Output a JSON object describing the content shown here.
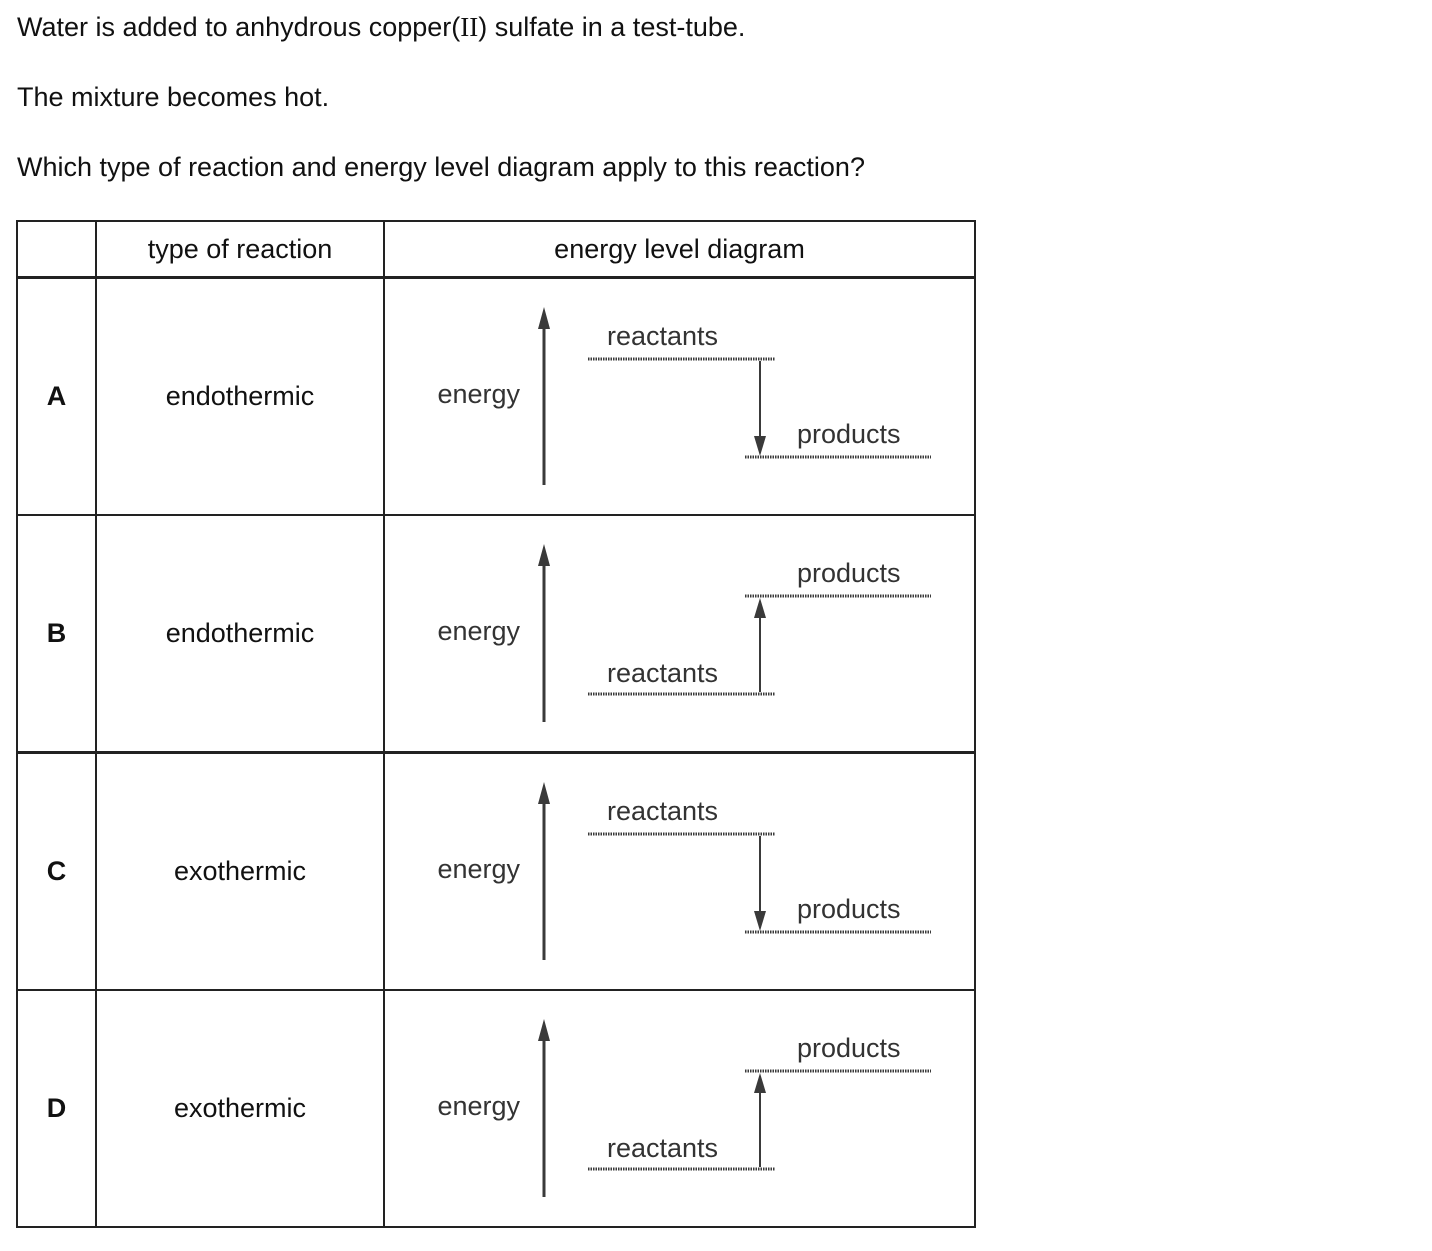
{
  "question": {
    "line1_before": "Water is added to anhydrous copper(",
    "line1_roman": "II",
    "line1_after": ") sulfate in a test-tube.",
    "line2": "The mixture becomes hot.",
    "line3": "Which type of reaction and energy level diagram apply to this reaction?"
  },
  "table": {
    "headers": {
      "letter": "",
      "type": "type of reaction",
      "diagram": "energy level diagram"
    },
    "rows": [
      {
        "letter": "A",
        "type": "endothermic",
        "diagram": {
          "axis_label": "energy",
          "upper_label": "reactants",
          "lower_label": "products",
          "direction": "down"
        }
      },
      {
        "letter": "B",
        "type": "endothermic",
        "diagram": {
          "axis_label": "energy",
          "upper_label": "products",
          "lower_label": "reactants",
          "direction": "up"
        }
      },
      {
        "letter": "C",
        "type": "exothermic",
        "diagram": {
          "axis_label": "energy",
          "upper_label": "reactants",
          "lower_label": "products",
          "direction": "down"
        }
      },
      {
        "letter": "D",
        "type": "exothermic",
        "diagram": {
          "axis_label": "energy",
          "upper_label": "products",
          "lower_label": "reactants",
          "direction": "up"
        }
      }
    ]
  }
}
